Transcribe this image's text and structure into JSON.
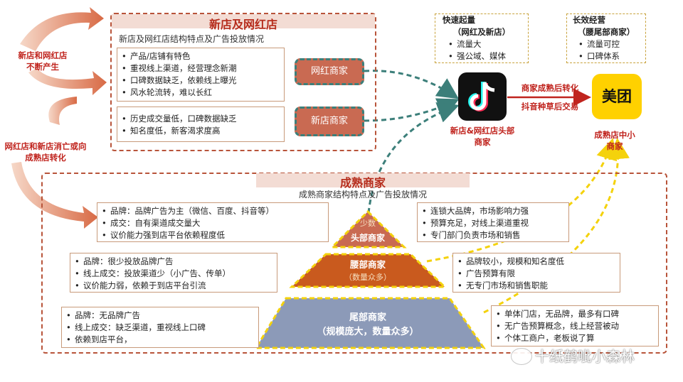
{
  "top_panel": {
    "title": "新店及网红店",
    "subtitle": "新店及网红店结构特点及广告投放情况",
    "box1_items": [
      "产品/店铺有特色",
      "重视线上渠道，经营理念新潮",
      "口碑数据缺乏，依赖线上曝光",
      "风水轮流转，难以长红"
    ],
    "box2_items": [
      "历史成交量低，口碑数据缺乏",
      "知名度低，新客渴求度高"
    ],
    "pill_wanghong": "网红商家",
    "pill_xindian": "新店商家"
  },
  "left_labels": {
    "top": "新店和网红店不断产生",
    "bottom": "网红店和新店消亡或向成熟店转化"
  },
  "fast_box": {
    "title": "快速起量",
    "subtitle": "（网红及新店）",
    "items": [
      "流量大",
      "强公域、媒体"
    ]
  },
  "long_box": {
    "title": "长效经营",
    "subtitle": "（腰尾部商家）",
    "items": [
      "流量可控",
      "口碑体系"
    ]
  },
  "platforms": {
    "meituan_logo": "美团",
    "arrow_top": "商家成熟后转化",
    "arrow_bottom": "抖音种草后交易",
    "douyin_caption": "新店&网红店头部商家",
    "meituan_caption": "成熟店中小商家"
  },
  "mature_panel": {
    "title": "成熟商家",
    "subtitle": "成熟商家结构特点及广告投放情况",
    "head_left": [
      "品牌：品牌广告为主（微信、百度、抖音等）",
      "成交：自有渠道成交量大",
      "议价能力强到店平台依赖程度低"
    ],
    "head_right": [
      "连锁大品牌，市场影响力强",
      "预算充足，对线上渠道重视",
      "专门部门负责市场和销售"
    ],
    "waist_left": [
      "品牌：很少投放品牌广告",
      "线上成交：投放渠道少（小广告、传单）",
      "议价能力弱，依赖于到店平台引流"
    ],
    "waist_right": [
      "品牌较小，规模和知名度低",
      "广告预算有限",
      "无专门市场和销售职能"
    ],
    "tail_left": [
      "品牌：无品牌广告",
      "线上成交：缺乏渠道，重视线上口碑",
      "依赖到店平台，"
    ],
    "tail_right": [
      "单体门店，无品牌，最多有口碑",
      "无广告预算概念，线上经营被动",
      "个体工商户，老板说了算"
    ]
  },
  "pyramid": {
    "top_line1": "少数",
    "top_line2": "头部商家",
    "mid_line1": "腰部商家",
    "mid_line2": "（数量众多）",
    "bot_line1": "尾部商家",
    "bot_line2": "（规模庞大，数量众多）"
  },
  "watermark": "十纸鹤呲小森林",
  "colors": {
    "red_title": "#b62d1d",
    "teal_dash": "#3c7f7a",
    "yellow_dash": "#f4d20c",
    "meituan_yellow": "#ffd100"
  }
}
